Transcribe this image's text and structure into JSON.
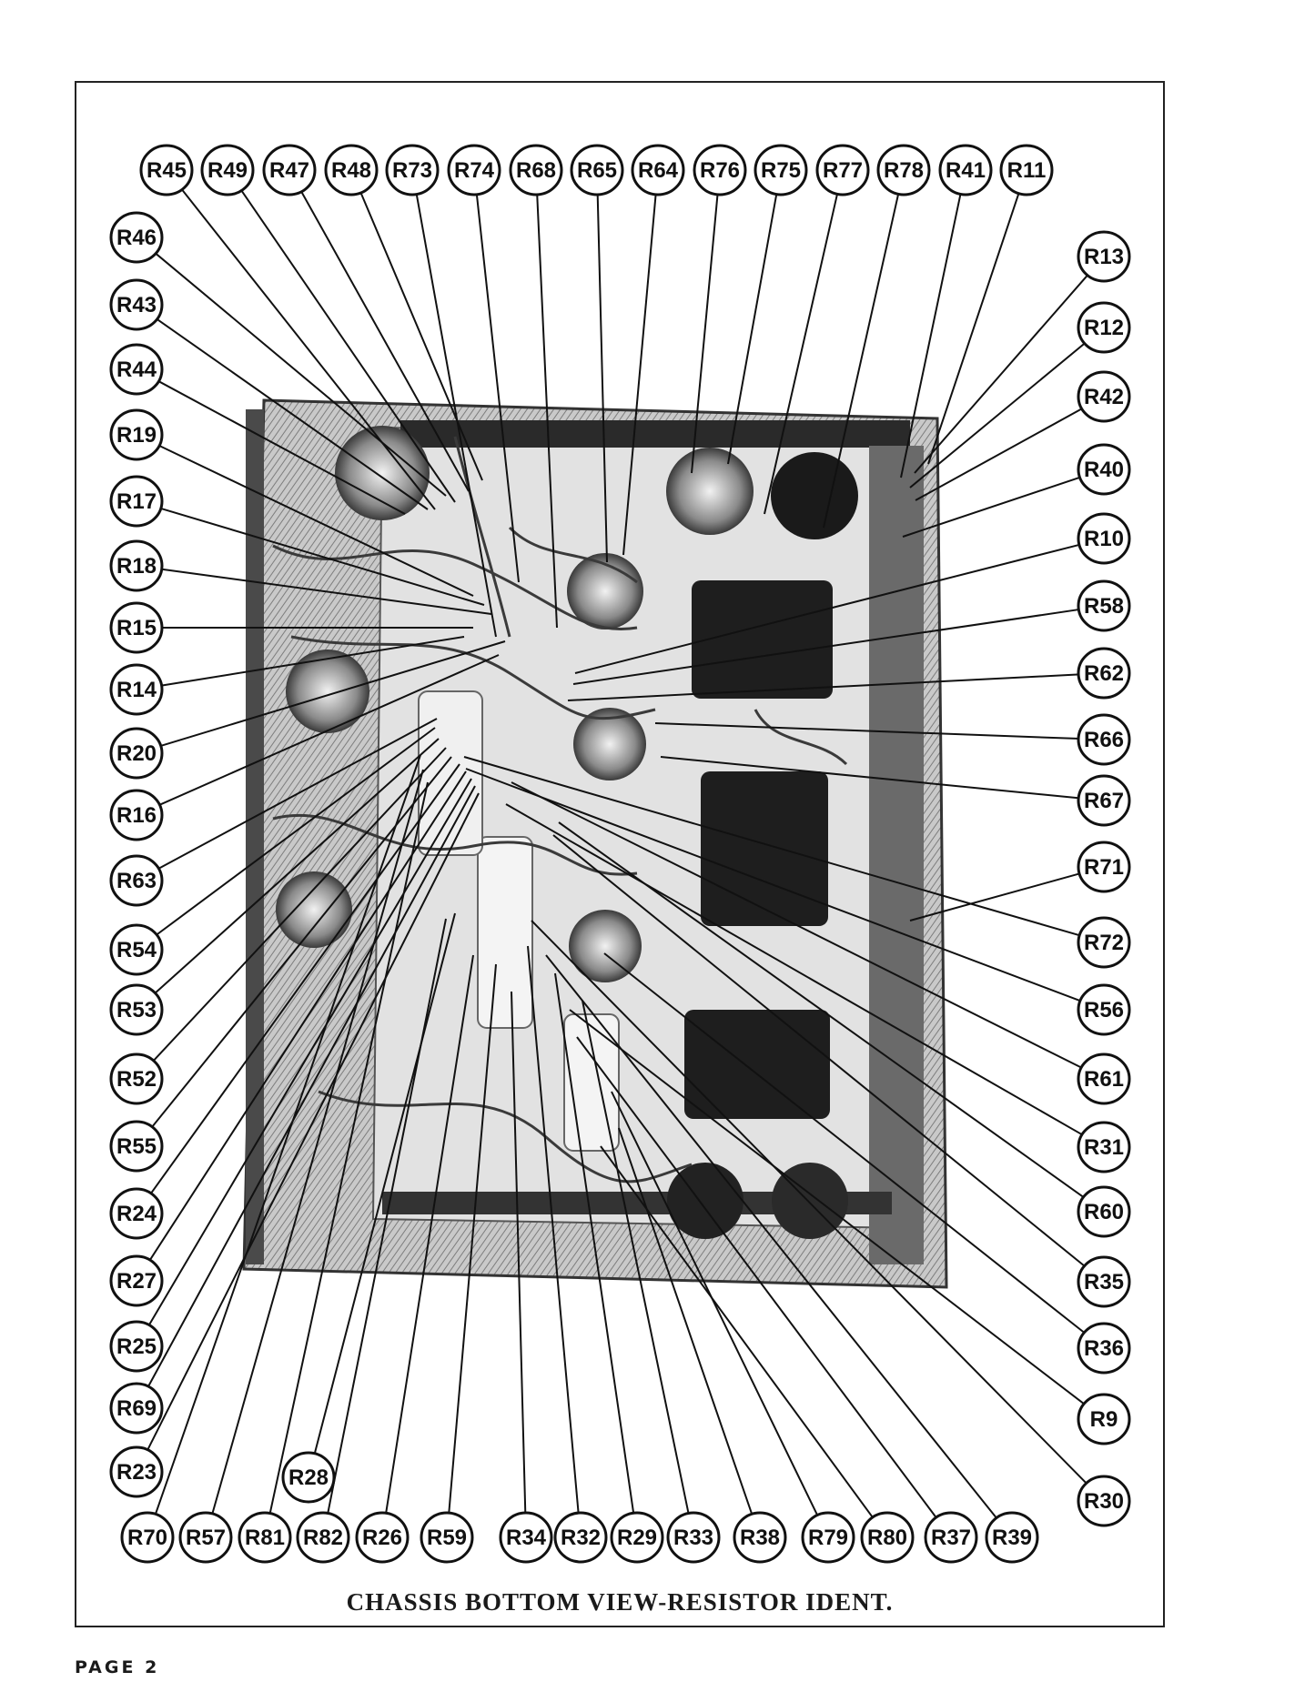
{
  "caption": "CHASSIS BOTTOM VIEW-RESISTOR IDENT.",
  "page_label": "PAGE  2",
  "callouts": {
    "top": [
      "R45",
      "R49",
      "R47",
      "R48",
      "R73",
      "R74",
      "R68",
      "R65",
      "R64",
      "R76",
      "R75",
      "R77",
      "R78",
      "R41",
      "R11"
    ],
    "left": [
      "R46",
      "R43",
      "R44",
      "R19",
      "R17",
      "R18",
      "R15",
      "R14",
      "R20",
      "R16",
      "R63",
      "R54",
      "R53",
      "R52",
      "R55",
      "R24",
      "R27",
      "R25",
      "R69",
      "R23"
    ],
    "right": [
      "R13",
      "R12",
      "R42",
      "R40",
      "R10",
      "R58",
      "R62",
      "R66",
      "R67",
      "R71",
      "R72",
      "R56",
      "R61",
      "R31",
      "R60",
      "R35",
      "R36",
      "R9",
      "R30"
    ],
    "bottom": [
      "R70",
      "R57",
      "R81",
      "R82",
      "R26",
      "R59",
      "R34",
      "R32",
      "R29",
      "R33",
      "R38",
      "R79",
      "R80",
      "R37",
      "R39"
    ],
    "extra": [
      "R28"
    ]
  },
  "colors": {
    "ink": "#111111",
    "paper": "#ffffff",
    "chassis": "#9a9a9a",
    "transformer": "#1e1e1e"
  }
}
